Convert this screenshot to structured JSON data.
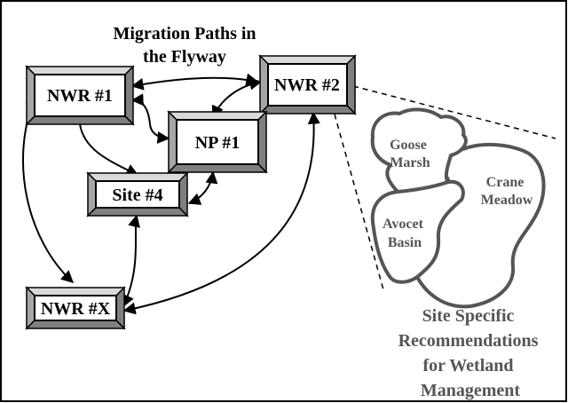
{
  "title_lines": [
    "Migration Paths in",
    "the Flyway"
  ],
  "nodes": {
    "nwr1": "NWR #1",
    "nwr2": "NWR #2",
    "np1": "NP #1",
    "site4": "Site #4",
    "nwrx": "NWR #X"
  },
  "regions": {
    "goose": [
      "Goose",
      "Marsh"
    ],
    "crane": [
      "Crane",
      "Meadow"
    ],
    "avocet": [
      "Avocet",
      "Basin"
    ]
  },
  "recommendation_lines": [
    "Site Specific",
    "Recommendations",
    "for Wetland",
    "Management"
  ],
  "colors": {
    "box_face": "#ffffff",
    "box_bevel_light": "#d9d9d9",
    "box_bevel_mid": "#a6a6a6",
    "box_bevel_dark": "#7f7f7f",
    "wetland_outline": "#555555"
  }
}
